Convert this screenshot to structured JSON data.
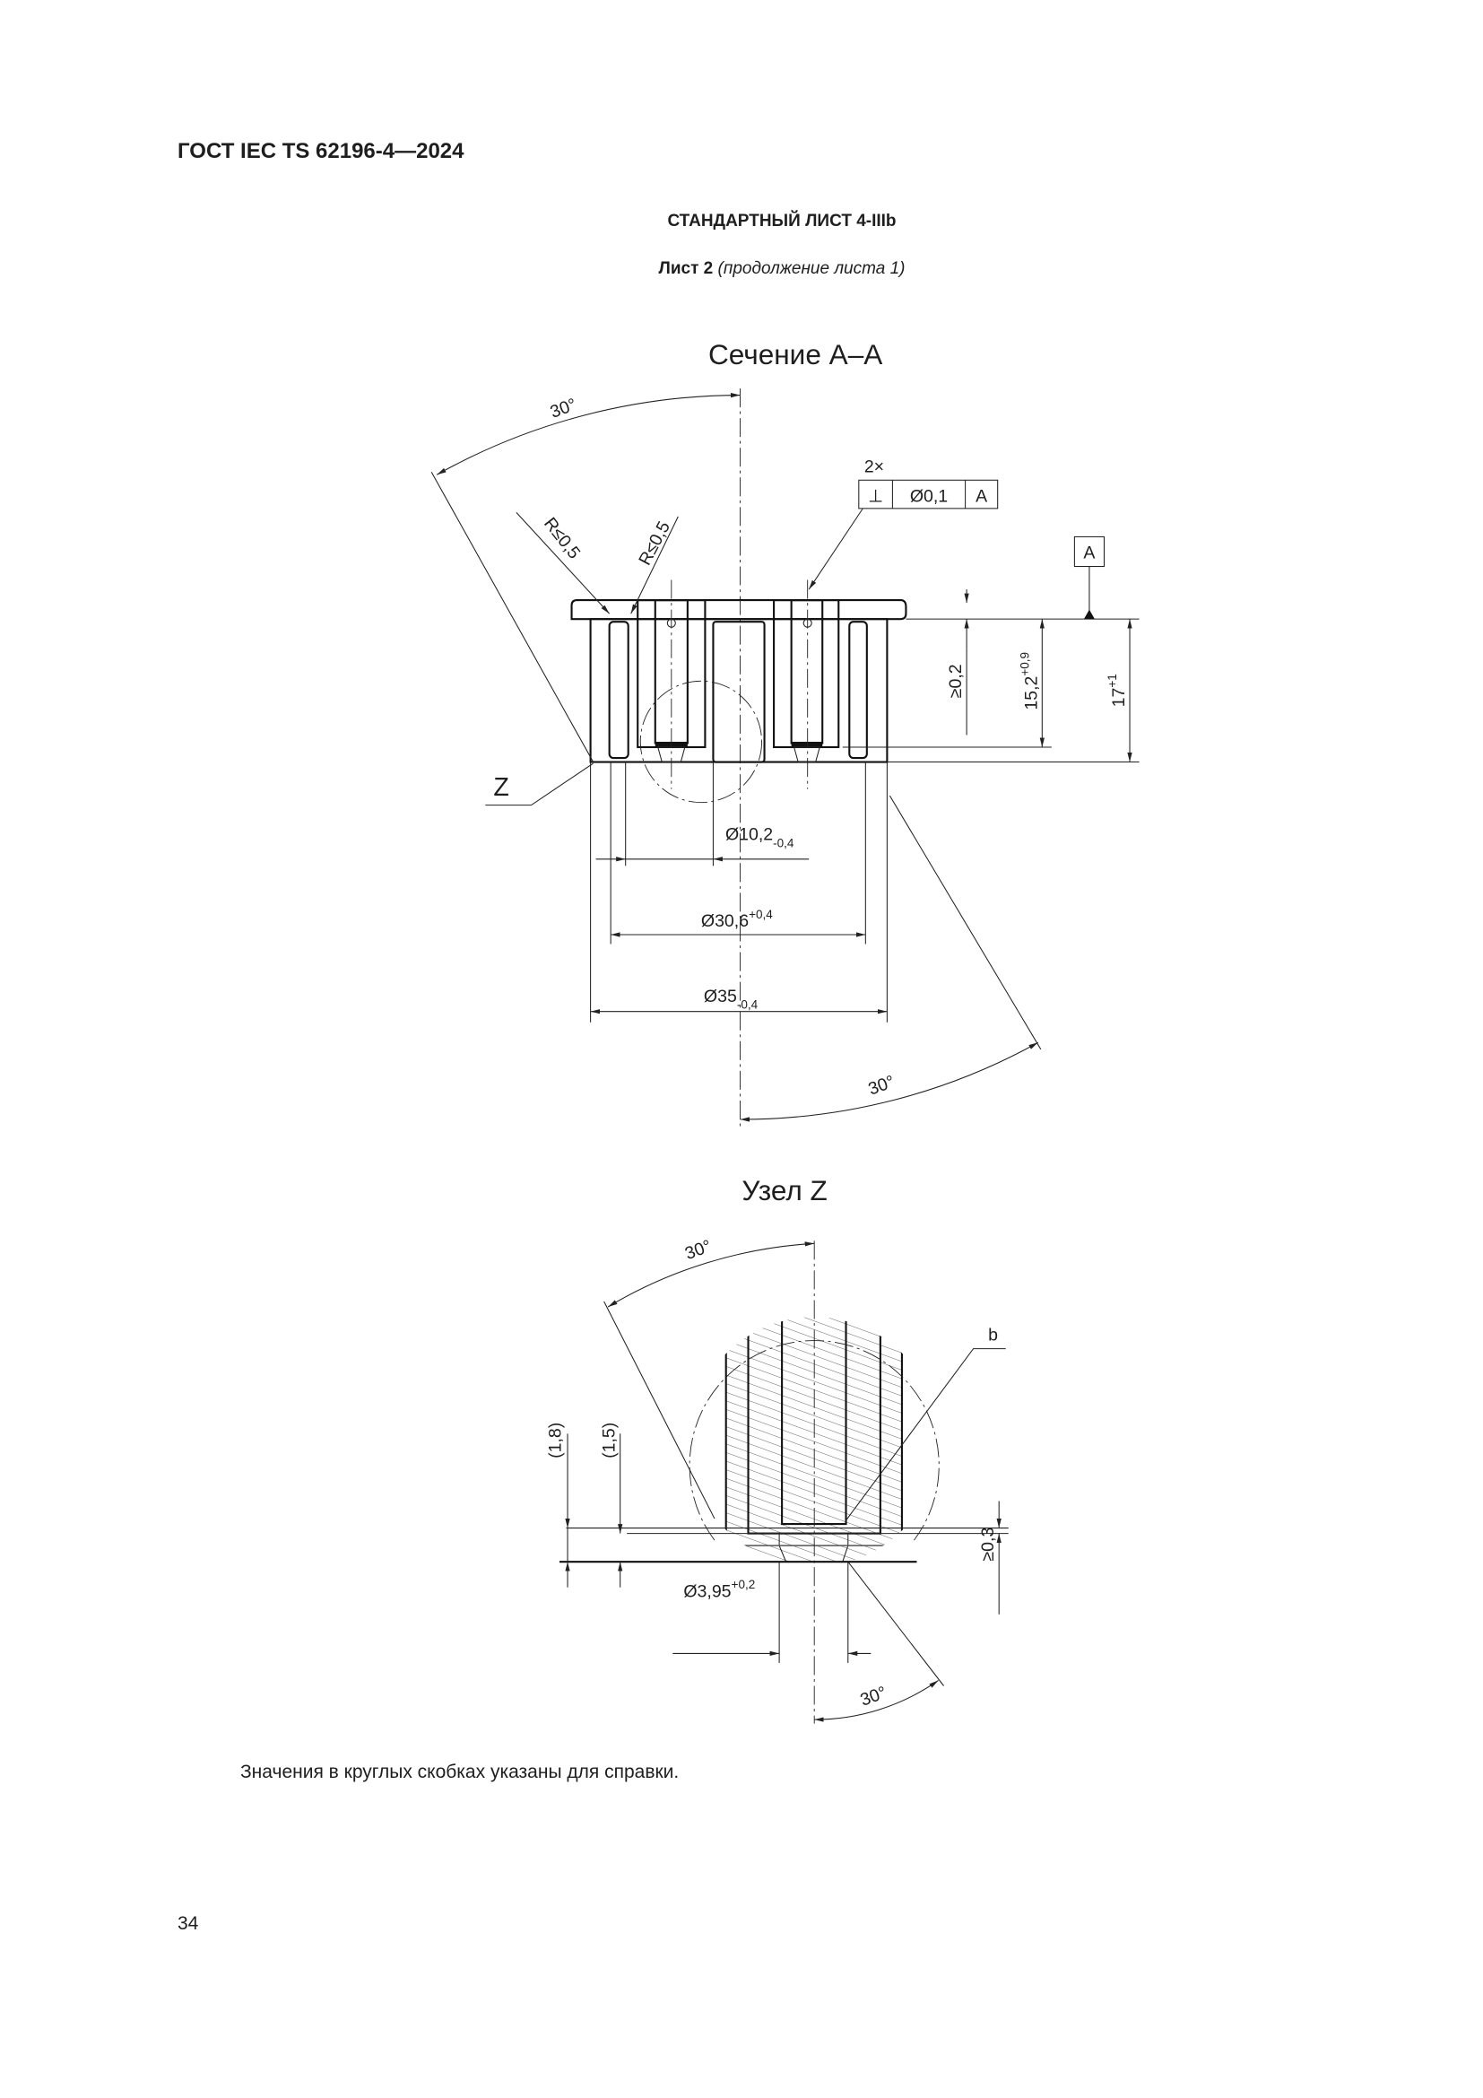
{
  "header": {
    "doc_id": "ГОСТ IEC TS 62196-4—2024"
  },
  "sheet": {
    "title": "СТАНДАРТНЫЙ ЛИСТ 4-IIIb",
    "sheet_label": "Лист 2",
    "sheet_note": "(продолжение листа 1)"
  },
  "section_aa": {
    "title": "Сечение А–А",
    "angle_top": "30°",
    "angle_bottom": "30°",
    "radius_1": "R≤0,5",
    "radius_2": "R≤0,5",
    "fcf": {
      "count": "2×",
      "symbol": "⊥",
      "tolerance": "Ø0,1",
      "datum": "A"
    },
    "datum_label": "A",
    "dim_gap": "≥0,2",
    "dim_depth": {
      "value": "15,2",
      "tol": "+0,9"
    },
    "dim_height": {
      "value": "17",
      "tol": "+1"
    },
    "detail_label": "Z",
    "dim_d1": {
      "value": "Ø10,2",
      "tol": "-0,4"
    },
    "dim_d2": {
      "value": "Ø30,6",
      "tol": "+0,4"
    },
    "dim_d3": {
      "value": "Ø35",
      "tol": "-0,4"
    }
  },
  "detail_z": {
    "title": "Узел Z",
    "angle_top": "30°",
    "angle_bottom": "30°",
    "label_b": "b",
    "dim_ref_1": "(1,8)",
    "dim_ref_2": "(1,5)",
    "dim_min": "≥0,3",
    "dim_hole": {
      "value": "Ø3,95",
      "tol": "+0,2"
    }
  },
  "footer": {
    "note": "Значения в круглых скобках указаны для справки.",
    "page_number": "34"
  }
}
